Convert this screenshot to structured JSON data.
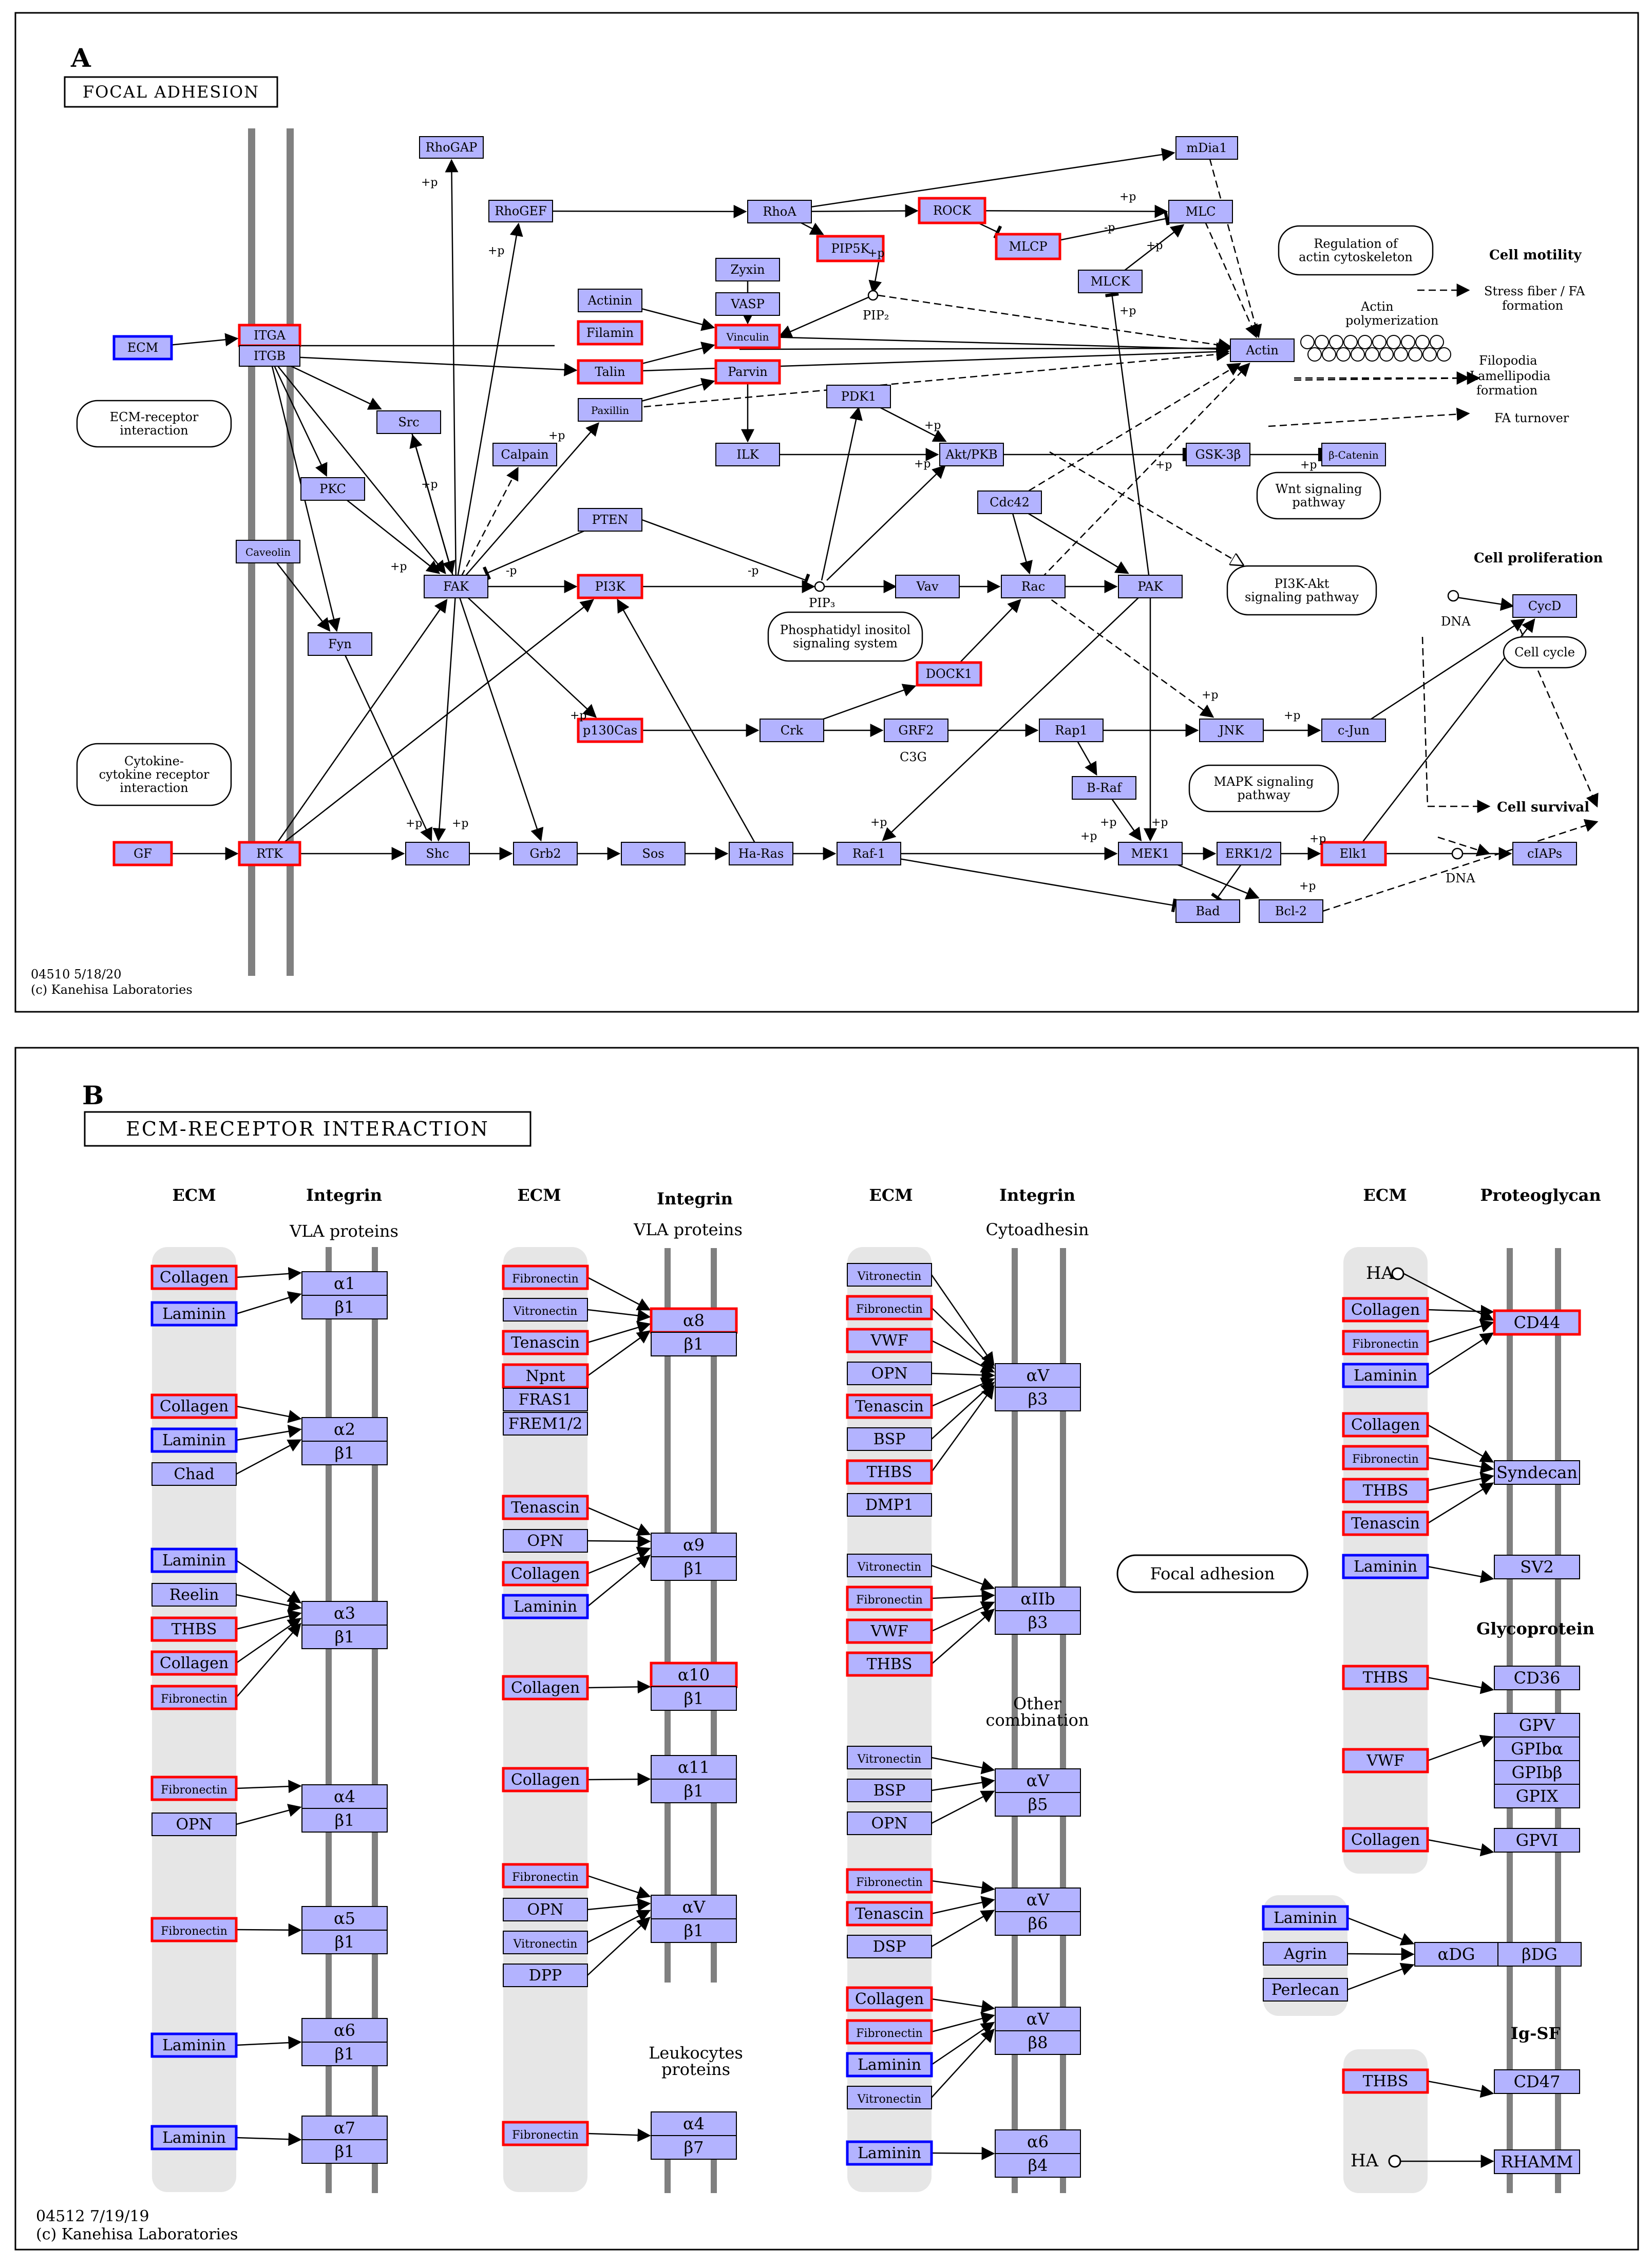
{
  "colors": {
    "node_fill": "#b3b3ff",
    "node_stroke": "#000000",
    "highlight_red": "#ff0000",
    "highlight_blue": "#0000ff",
    "membrane": "#808080",
    "ecm_band": "#e6e6e6"
  },
  "panel_a": {
    "letter": "A",
    "title": "FOCAL ADHESION",
    "footer_id": "04510 5/18/20",
    "footer_copyright": "(c) Kanehisa Laboratories",
    "nodes": [
      {
        "id": "ECM",
        "label": "ECM",
        "hl": "blue"
      },
      {
        "id": "ITGA",
        "label": "ITGA",
        "hl": "red"
      },
      {
        "id": "ITGB",
        "label": "ITGB",
        "hl": ""
      },
      {
        "id": "Caveolin",
        "label": "Caveolin",
        "hl": ""
      },
      {
        "id": "GF",
        "label": "GF",
        "hl": "red"
      },
      {
        "id": "RTK",
        "label": "RTK",
        "hl": "red"
      },
      {
        "id": "RhoGAP",
        "label": "RhoGAP",
        "hl": ""
      },
      {
        "id": "RhoGEF",
        "label": "RhoGEF",
        "hl": ""
      },
      {
        "id": "RhoA",
        "label": "RhoA",
        "hl": ""
      },
      {
        "id": "ROCK",
        "label": "ROCK",
        "hl": "red"
      },
      {
        "id": "mDia1",
        "label": "mDia1",
        "hl": ""
      },
      {
        "id": "MLC",
        "label": "MLC",
        "hl": ""
      },
      {
        "id": "MLCP",
        "label": "MLCP",
        "hl": "red"
      },
      {
        "id": "MLCK",
        "label": "MLCK",
        "hl": ""
      },
      {
        "id": "PIP5K",
        "label": "PIP5K",
        "hl": "red"
      },
      {
        "id": "Zyxin",
        "label": "Zyxin",
        "hl": ""
      },
      {
        "id": "VASP",
        "label": "VASP",
        "hl": ""
      },
      {
        "id": "Actinin",
        "label": "Actinin",
        "hl": ""
      },
      {
        "id": "Filamin",
        "label": "Filamin",
        "hl": "red"
      },
      {
        "id": "Vinculin",
        "label": "Vinculin",
        "hl": "red"
      },
      {
        "id": "Talin",
        "label": "Talin",
        "hl": "red"
      },
      {
        "id": "Parvin",
        "label": "Parvin",
        "hl": "red"
      },
      {
        "id": "Paxillin",
        "label": "Paxillin",
        "hl": ""
      },
      {
        "id": "Src",
        "label": "Src",
        "hl": ""
      },
      {
        "id": "Calpain",
        "label": "Calpain",
        "hl": ""
      },
      {
        "id": "PKC",
        "label": "PKC",
        "hl": ""
      },
      {
        "id": "FAK",
        "label": "FAK",
        "hl": ""
      },
      {
        "id": "PTEN",
        "label": "PTEN",
        "hl": ""
      },
      {
        "id": "PI3K",
        "label": "PI3K",
        "hl": "red"
      },
      {
        "id": "ILK",
        "label": "ILK",
        "hl": ""
      },
      {
        "id": "PDK1",
        "label": "PDK1",
        "hl": ""
      },
      {
        "id": "AktPKB",
        "label": "Akt/PKB",
        "hl": ""
      },
      {
        "id": "GSK3B",
        "label": "GSK-3β",
        "hl": ""
      },
      {
        "id": "BCatenin",
        "label": "β-Catenin",
        "hl": ""
      },
      {
        "id": "Actin",
        "label": "Actin",
        "hl": ""
      },
      {
        "id": "Fyn",
        "label": "Fyn",
        "hl": ""
      },
      {
        "id": "Cdc42",
        "label": "Cdc42",
        "hl": ""
      },
      {
        "id": "Vav",
        "label": "Vav",
        "hl": ""
      },
      {
        "id": "Rac",
        "label": "Rac",
        "hl": ""
      },
      {
        "id": "PAK",
        "label": "PAK",
        "hl": ""
      },
      {
        "id": "DOCK1",
        "label": "DOCK1",
        "hl": "red"
      },
      {
        "id": "p130Cas",
        "label": "p130Cas",
        "hl": "red"
      },
      {
        "id": "Crk",
        "label": "Crk",
        "hl": ""
      },
      {
        "id": "GRF2",
        "label": "GRF2",
        "hl": ""
      },
      {
        "id": "Rap1",
        "label": "Rap1",
        "hl": ""
      },
      {
        "id": "BRaf",
        "label": "B-Raf",
        "hl": ""
      },
      {
        "id": "JNK",
        "label": "JNK",
        "hl": ""
      },
      {
        "id": "cJun",
        "label": "c-Jun",
        "hl": ""
      },
      {
        "id": "CycD",
        "label": "CycD",
        "hl": ""
      },
      {
        "id": "Shc",
        "label": "Shc",
        "hl": ""
      },
      {
        "id": "Grb2",
        "label": "Grb2",
        "hl": ""
      },
      {
        "id": "Sos",
        "label": "Sos",
        "hl": ""
      },
      {
        "id": "HaRas",
        "label": "Ha-Ras",
        "hl": ""
      },
      {
        "id": "Raf1",
        "label": "Raf-1",
        "hl": ""
      },
      {
        "id": "MEK1",
        "label": "MEK1",
        "hl": ""
      },
      {
        "id": "ERK12",
        "label": "ERK1/2",
        "hl": ""
      },
      {
        "id": "Elk1",
        "label": "Elk1",
        "hl": "red"
      },
      {
        "id": "cIAPs",
        "label": "cIAPs",
        "hl": ""
      },
      {
        "id": "Bad",
        "label": "Bad",
        "hl": ""
      },
      {
        "id": "Bcl2",
        "label": "Bcl-2",
        "hl": ""
      }
    ],
    "maps": [
      {
        "id": "ecm_map",
        "lines": [
          "ECM-receptor",
          "interaction"
        ]
      },
      {
        "id": "cyto_map",
        "lines": [
          "Cytokine-",
          "cytokine receptor",
          "interaction"
        ]
      },
      {
        "id": "reg_map",
        "lines": [
          "Regulation of",
          "actin cytoskeleton"
        ]
      },
      {
        "id": "wnt_map",
        "lines": [
          "Wnt signaling",
          "pathway"
        ]
      },
      {
        "id": "pi3k_map",
        "lines": [
          "PI3K-Akt",
          "signaling pathway"
        ]
      },
      {
        "id": "phos_map",
        "lines": [
          "Phosphatidyl inositol",
          "signaling system"
        ]
      },
      {
        "id": "mapk_map",
        "lines": [
          "MAPK signaling",
          "pathway"
        ]
      },
      {
        "id": "cc_map",
        "lines": [
          "Cell cycle"
        ]
      }
    ],
    "labels": {
      "cell_motility": "Cell motility",
      "stress_fiber": [
        "Stress fiber / FA",
        "formation"
      ],
      "actin_poly": [
        "Actin",
        "polymerization"
      ],
      "filopodia": [
        "Filopodia",
        "Lamellipodia",
        "formation"
      ],
      "fa_turnover": "FA turnover",
      "cell_prolif": "Cell proliferation",
      "cell_survival": "Cell survival",
      "dna1": "DNA",
      "dna2": "DNA",
      "pip2": "PIP₂",
      "pip3": "PIP₃",
      "c3g": "C3G",
      "plus_p": "+p",
      "minus_p": "-p"
    }
  },
  "panel_b": {
    "letter": "B",
    "title": "ECM-RECEPTOR INTERACTION",
    "footer_id": "04512 7/19/19",
    "footer_copyright": "(c) Kanehisa Laboratories",
    "headers": {
      "ecm": "ECM",
      "integrin": "Integrin",
      "proteoglycan": "Proteoglycan",
      "glycoprotein": "Glycoprotein",
      "igsf": "Ig-SF",
      "vla1": "VLA proteins",
      "vla2": "VLA proteins",
      "cytoadhesin": "Cytoadhesin",
      "other_comb": [
        "Other",
        "combination"
      ],
      "leuko": [
        "Leukocytes",
        "proteins"
      ],
      "focal_map": "Focal adhesion",
      "ha1": "HA",
      "ha2": "HA"
    },
    "ligands": [
      {
        "id": "L1",
        "label": "Collagen",
        "hl": "red"
      },
      {
        "id": "L2",
        "label": "Laminin",
        "hl": "blue"
      },
      {
        "id": "L3",
        "label": "Collagen",
        "hl": "red"
      },
      {
        "id": "L4",
        "label": "Laminin",
        "hl": "blue"
      },
      {
        "id": "L5",
        "label": "Chad",
        "hl": ""
      },
      {
        "id": "L6",
        "label": "Laminin",
        "hl": "blue"
      },
      {
        "id": "L7",
        "label": "Reelin",
        "hl": ""
      },
      {
        "id": "L8",
        "label": "THBS",
        "hl": "red"
      },
      {
        "id": "L9",
        "label": "Collagen",
        "hl": "red"
      },
      {
        "id": "L10",
        "label": "Fibronectin",
        "hl": "red"
      },
      {
        "id": "L11",
        "label": "Fibronectin",
        "hl": "red"
      },
      {
        "id": "L12",
        "label": "OPN",
        "hl": ""
      },
      {
        "id": "L13",
        "label": "Fibronectin",
        "hl": "red"
      },
      {
        "id": "L14",
        "label": "Laminin",
        "hl": "blue"
      },
      {
        "id": "L15",
        "label": "Laminin",
        "hl": "blue"
      },
      {
        "id": "M1",
        "label": "Fibronectin",
        "hl": "red"
      },
      {
        "id": "M2",
        "label": "Vitronectin",
        "hl": ""
      },
      {
        "id": "M3",
        "label": "Tenascin",
        "hl": "red"
      },
      {
        "id": "M4",
        "label": "Npnt",
        "hl": "red"
      },
      {
        "id": "M5",
        "label": "FRAS1",
        "hl": ""
      },
      {
        "id": "M6",
        "label": "FREM1/2",
        "hl": ""
      },
      {
        "id": "M7",
        "label": "Tenascin",
        "hl": "red"
      },
      {
        "id": "M8",
        "label": "OPN",
        "hl": ""
      },
      {
        "id": "M9",
        "label": "Collagen",
        "hl": "red"
      },
      {
        "id": "M10",
        "label": "Laminin",
        "hl": "blue"
      },
      {
        "id": "M11",
        "label": "Collagen",
        "hl": "red"
      },
      {
        "id": "M12",
        "label": "Collagen",
        "hl": "red"
      },
      {
        "id": "M13",
        "label": "Fibronectin",
        "hl": "red"
      },
      {
        "id": "M14",
        "label": "OPN",
        "hl": ""
      },
      {
        "id": "M15",
        "label": "Vitronectin",
        "hl": ""
      },
      {
        "id": "M16",
        "label": "DPP",
        "hl": ""
      },
      {
        "id": "M17",
        "label": "Fibronectin",
        "hl": "red"
      },
      {
        "id": "N1",
        "label": "Vitronectin",
        "hl": ""
      },
      {
        "id": "N2",
        "label": "Fibronectin",
        "hl": "red"
      },
      {
        "id": "N3",
        "label": "VWF",
        "hl": "red"
      },
      {
        "id": "N4",
        "label": "OPN",
        "hl": ""
      },
      {
        "id": "N5",
        "label": "Tenascin",
        "hl": "red"
      },
      {
        "id": "N6",
        "label": "BSP",
        "hl": ""
      },
      {
        "id": "N7",
        "label": "THBS",
        "hl": "red"
      },
      {
        "id": "N8",
        "label": "DMP1",
        "hl": ""
      },
      {
        "id": "N9",
        "label": "Vitronectin",
        "hl": ""
      },
      {
        "id": "N10",
        "label": "Fibronectin",
        "hl": "red"
      },
      {
        "id": "N11",
        "label": "VWF",
        "hl": "red"
      },
      {
        "id": "N12",
        "label": "THBS",
        "hl": "red"
      },
      {
        "id": "N13",
        "label": "Vitronectin",
        "hl": ""
      },
      {
        "id": "N14",
        "label": "BSP",
        "hl": ""
      },
      {
        "id": "N15",
        "label": "OPN",
        "hl": ""
      },
      {
        "id": "N16",
        "label": "Fibronectin",
        "hl": "red"
      },
      {
        "id": "N17",
        "label": "Tenascin",
        "hl": "red"
      },
      {
        "id": "N18",
        "label": "DSP",
        "hl": ""
      },
      {
        "id": "N19",
        "label": "Collagen",
        "hl": "red"
      },
      {
        "id": "N20",
        "label": "Fibronectin",
        "hl": "red"
      },
      {
        "id": "N21",
        "label": "Laminin",
        "hl": "blue"
      },
      {
        "id": "N22",
        "label": "Vitronectin",
        "hl": ""
      },
      {
        "id": "N23",
        "label": "Laminin",
        "hl": "blue"
      },
      {
        "id": "P1",
        "label": "Collagen",
        "hl": "red"
      },
      {
        "id": "P2",
        "label": "Fibronectin",
        "hl": "red"
      },
      {
        "id": "P3",
        "label": "Laminin",
        "hl": "blue"
      },
      {
        "id": "P4",
        "label": "Collagen",
        "hl": "red"
      },
      {
        "id": "P5",
        "label": "Fibronectin",
        "hl": "red"
      },
      {
        "id": "P6",
        "label": "THBS",
        "hl": "red"
      },
      {
        "id": "P7",
        "label": "Tenascin",
        "hl": "red"
      },
      {
        "id": "P8",
        "label": "Laminin",
        "hl": "blue"
      },
      {
        "id": "P9",
        "label": "THBS",
        "hl": "red"
      },
      {
        "id": "P10",
        "label": "VWF",
        "hl": "red"
      },
      {
        "id": "P11",
        "label": "Collagen",
        "hl": "red"
      },
      {
        "id": "P12",
        "label": "Laminin",
        "hl": "blue"
      },
      {
        "id": "P13",
        "label": "Agrin",
        "hl": ""
      },
      {
        "id": "P14",
        "label": "Perlecan",
        "hl": ""
      },
      {
        "id": "P15",
        "label": "THBS",
        "hl": "red"
      }
    ],
    "receptors": [
      {
        "id": "R1",
        "labels": [
          "α1",
          "β1"
        ],
        "hl": ""
      },
      {
        "id": "R2",
        "labels": [
          "α2",
          "β1"
        ],
        "hl": ""
      },
      {
        "id": "R3",
        "labels": [
          "α3",
          "β1"
        ],
        "hl": ""
      },
      {
        "id": "R4",
        "labels": [
          "α4",
          "β1"
        ],
        "hl": ""
      },
      {
        "id": "R5",
        "labels": [
          "α5",
          "β1"
        ],
        "hl": ""
      },
      {
        "id": "R6",
        "labels": [
          "α6",
          "β1"
        ],
        "hl": ""
      },
      {
        "id": "R7",
        "labels": [
          "α7",
          "β1"
        ],
        "hl": ""
      },
      {
        "id": "S1",
        "labels": [
          "α8",
          "β1"
        ],
        "hl": "top"
      },
      {
        "id": "S2",
        "labels": [
          "α9",
          "β1"
        ],
        "hl": ""
      },
      {
        "id": "S3",
        "labels": [
          "α10",
          "β1"
        ],
        "hl": "top"
      },
      {
        "id": "S4",
        "labels": [
          "α11",
          "β1"
        ],
        "hl": ""
      },
      {
        "id": "S5",
        "labels": [
          "αV",
          "β1"
        ],
        "hl": ""
      },
      {
        "id": "S6",
        "labels": [
          "α4",
          "β7"
        ],
        "hl": ""
      },
      {
        "id": "T1",
        "labels": [
          "αV",
          "β3"
        ],
        "hl": ""
      },
      {
        "id": "T2",
        "labels": [
          "αIIb",
          "β3"
        ],
        "hl": ""
      },
      {
        "id": "T3",
        "labels": [
          "αV",
          "β5"
        ],
        "hl": ""
      },
      {
        "id": "T4",
        "labels": [
          "αV",
          "β6"
        ],
        "hl": ""
      },
      {
        "id": "T5",
        "labels": [
          "αV",
          "β8"
        ],
        "hl": ""
      },
      {
        "id": "T6",
        "labels": [
          "α6",
          "β4"
        ],
        "hl": ""
      },
      {
        "id": "U1",
        "labels": [
          "CD44"
        ],
        "hl": "red"
      },
      {
        "id": "U2",
        "labels": [
          "Syndecan"
        ],
        "hl": ""
      },
      {
        "id": "U3",
        "labels": [
          "SV2"
        ],
        "hl": ""
      },
      {
        "id": "U4",
        "labels": [
          "CD36"
        ],
        "hl": ""
      },
      {
        "id": "U5",
        "labels": [
          "GPV",
          "GPIbα",
          "GPIbβ",
          "GPIX"
        ],
        "hl": ""
      },
      {
        "id": "U6",
        "labels": [
          "GPVI"
        ],
        "hl": ""
      },
      {
        "id": "U7",
        "labels": [
          "αDG",
          "βDG"
        ],
        "hl": ""
      },
      {
        "id": "U8",
        "labels": [
          "CD47"
        ],
        "hl": ""
      },
      {
        "id": "U9",
        "labels": [
          "RHAMM"
        ],
        "hl": ""
      }
    ]
  }
}
